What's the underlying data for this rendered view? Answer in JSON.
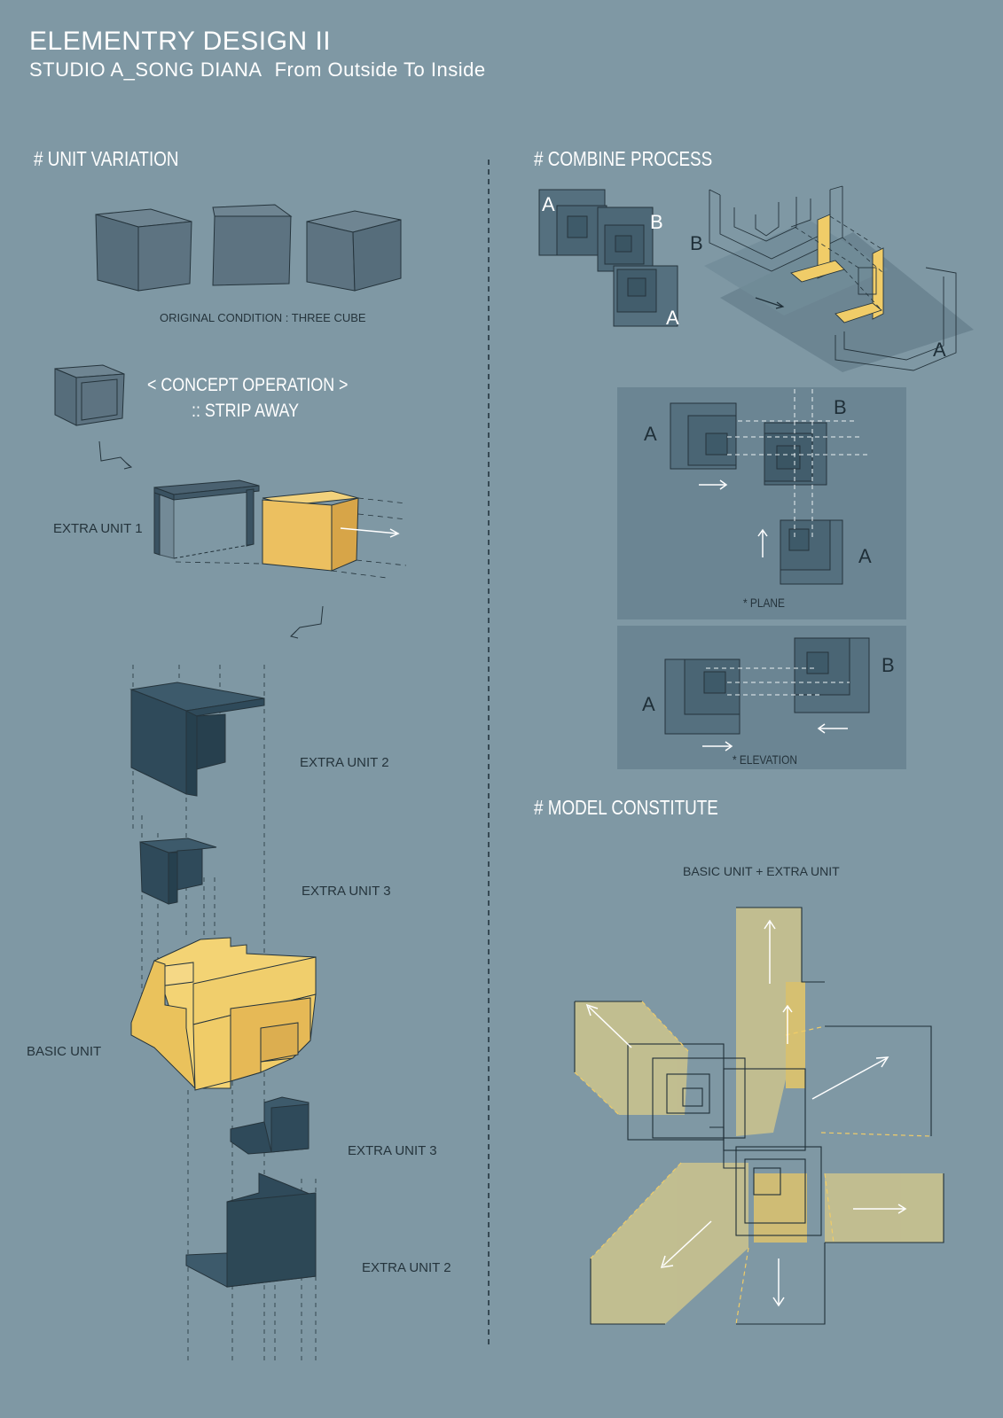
{
  "header": {
    "title": "ELEMENTRY DESIGN II",
    "studio": "STUDIO A_SONG DIANA",
    "theme": "From Outside To Inside"
  },
  "left": {
    "section_title": "#  UNIT VARIATION",
    "original_caption": "ORIGINAL CONDITION : THREE CUBE",
    "concept_line1": "< CONCEPT OPERATION >",
    "concept_line2": ":: STRIP AWAY",
    "labels": {
      "extra_unit_1": "EXTRA UNIT 1",
      "extra_unit_2_top": "EXTRA UNIT 2",
      "extra_unit_3_top": "EXTRA UNIT 3",
      "basic_unit": "BASIC UNIT",
      "extra_unit_3_bottom": "EXTRA UNIT 3",
      "extra_unit_2_bottom": "EXTRA UNIT 2"
    }
  },
  "right": {
    "combine_title": "# COMBINE PROCESS",
    "letters": {
      "a": "A",
      "b": "B"
    },
    "plane_label": "*     PLANE",
    "elevation_label": "*     ELEVATION",
    "model_title": "# MODEL CONSTITUTE",
    "model_caption": "BASIC UNIT + EXTRA UNIT"
  },
  "colors": {
    "background": "#7f98a4",
    "cube_face": "#5d7381",
    "dark_unit": "#2f4a5a",
    "yellow": "#f0cc68",
    "yellow_pale": "#c9c28e",
    "panel": "#6b8593"
  }
}
